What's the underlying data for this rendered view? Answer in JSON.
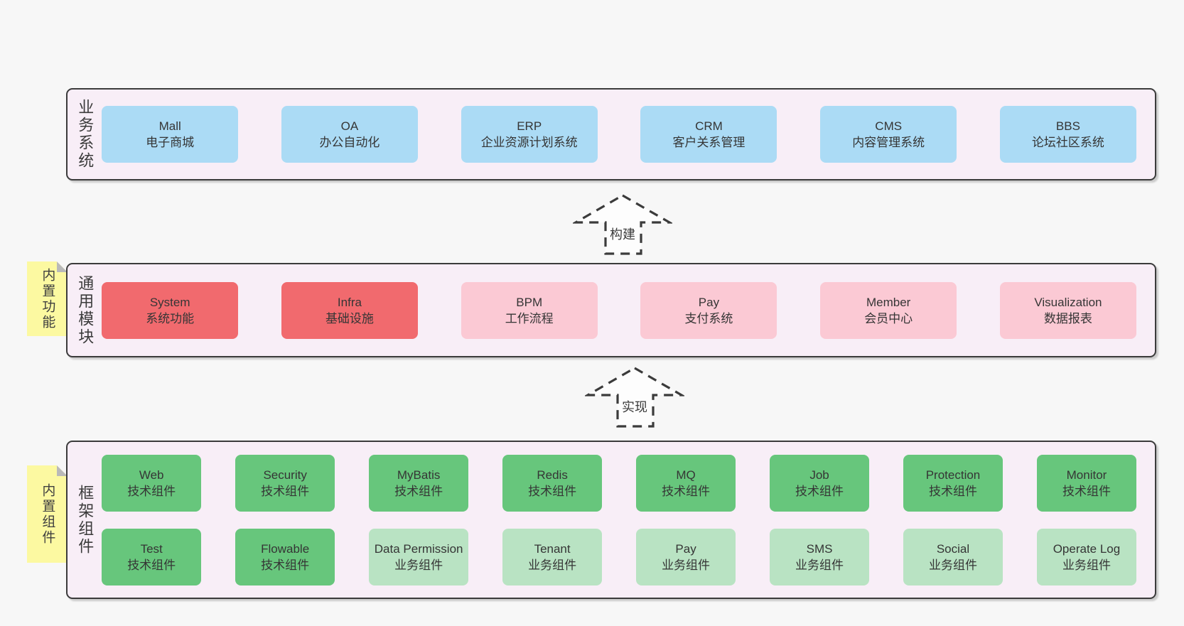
{
  "colors": {
    "page_bg": "#f7f7f7",
    "band_bg": "#f8eef7",
    "band_border": "#3b3b3b",
    "box_blue": "#abdbf5",
    "box_red": "#f16a6e",
    "box_pink": "#fbc9d4",
    "box_green": "#67c67c",
    "box_green_light": "#b9e3c3",
    "sticky_yellow": "#fcf9a1",
    "sticky_fold": "#b9b9b9",
    "text": "#3b3b3b"
  },
  "bands": [
    {
      "label": "业务系统",
      "rows": [
        [
          {
            "name": "Mall",
            "desc": "电子商城",
            "variant": "blue"
          },
          {
            "name": "OA",
            "desc": "办公自动化",
            "variant": "blue"
          },
          {
            "name": "ERP",
            "desc": "企业资源计划系统",
            "variant": "blue"
          },
          {
            "name": "CRM",
            "desc": "客户关系管理",
            "variant": "blue"
          },
          {
            "name": "CMS",
            "desc": "内容管理系统",
            "variant": "blue"
          },
          {
            "name": "BBS",
            "desc": "论坛社区系统",
            "variant": "blue"
          }
        ]
      ]
    },
    {
      "label": "通用模块",
      "sticky": "内置功能",
      "rows": [
        [
          {
            "name": "System",
            "desc": "系统功能",
            "variant": "red"
          },
          {
            "name": "Infra",
            "desc": "基础设施",
            "variant": "red"
          },
          {
            "name": "BPM",
            "desc": "工作流程",
            "variant": "pink"
          },
          {
            "name": "Pay",
            "desc": "支付系统",
            "variant": "pink"
          },
          {
            "name": "Member",
            "desc": "会员中心",
            "variant": "pink"
          },
          {
            "name": "Visualization",
            "desc": "数据报表",
            "variant": "pink"
          }
        ]
      ]
    },
    {
      "label": "框架组件",
      "sticky": "内置组件",
      "rows": [
        [
          {
            "name": "Web",
            "desc": "技术组件",
            "variant": "green"
          },
          {
            "name": "Security",
            "desc": "技术组件",
            "variant": "green"
          },
          {
            "name": "MyBatis",
            "desc": "技术组件",
            "variant": "green"
          },
          {
            "name": "Redis",
            "desc": "技术组件",
            "variant": "green"
          },
          {
            "name": "MQ",
            "desc": "技术组件",
            "variant": "green"
          },
          {
            "name": "Job",
            "desc": "技术组件",
            "variant": "green"
          },
          {
            "name": "Protection",
            "desc": "技术组件",
            "variant": "green"
          },
          {
            "name": "Monitor",
            "desc": "技术组件",
            "variant": "green"
          }
        ],
        [
          {
            "name": "Test",
            "desc": "技术组件",
            "variant": "green"
          },
          {
            "name": "Flowable",
            "desc": "技术组件",
            "variant": "green"
          },
          {
            "name": "Data Permission",
            "desc": "业务组件",
            "variant": "green-light"
          },
          {
            "name": "Tenant",
            "desc": "业务组件",
            "variant": "green-light"
          },
          {
            "name": "Pay",
            "desc": "业务组件",
            "variant": "green-light"
          },
          {
            "name": "SMS",
            "desc": "业务组件",
            "variant": "green-light"
          },
          {
            "name": "Social",
            "desc": "业务组件",
            "variant": "green-light"
          },
          {
            "name": "Operate Log",
            "desc": "业务组件",
            "variant": "green-light"
          }
        ]
      ]
    }
  ],
  "arrows": [
    {
      "label": "构建"
    },
    {
      "label": "实现"
    }
  ]
}
